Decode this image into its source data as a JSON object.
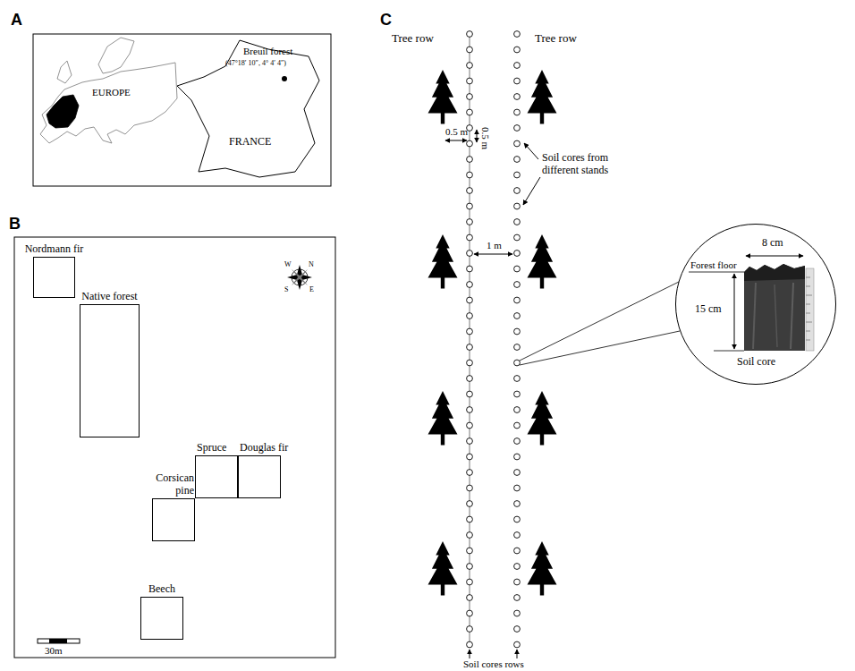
{
  "diagram": {
    "nodes": [
      {
        "text": [
          "Nordmann fir"
        ]
      },
      {
        "text": [
          "Native forest"
        ]
      },
      {
        "text": [
          "Spruce"
        ]
      },
      {
        "text": [
          "Douglas fir"
        ]
      },
      {
        "text": [
          "Corsican pine"
        ]
      },
      {
        "text": [
          "Beech"
        ]
      },
      {
        "text": [
          "8 cm",
          "Forest floor",
          "15 cm",
          "Soil core"
        ]
      }
    ],
    "labels": [
      "A",
      "EUROPE",
      "Breuil forest",
      "(47°18′ 10″, 4° 4′ 4″)",
      "FRANCE",
      "B",
      "W",
      "N",
      "S",
      "E",
      "30m",
      "C",
      "Tree row",
      "Tree row",
      "0.5 m",
      "0.5 m",
      "1 m",
      "Soil cores from different stands",
      "Soil cores rows"
    ]
  }
}
